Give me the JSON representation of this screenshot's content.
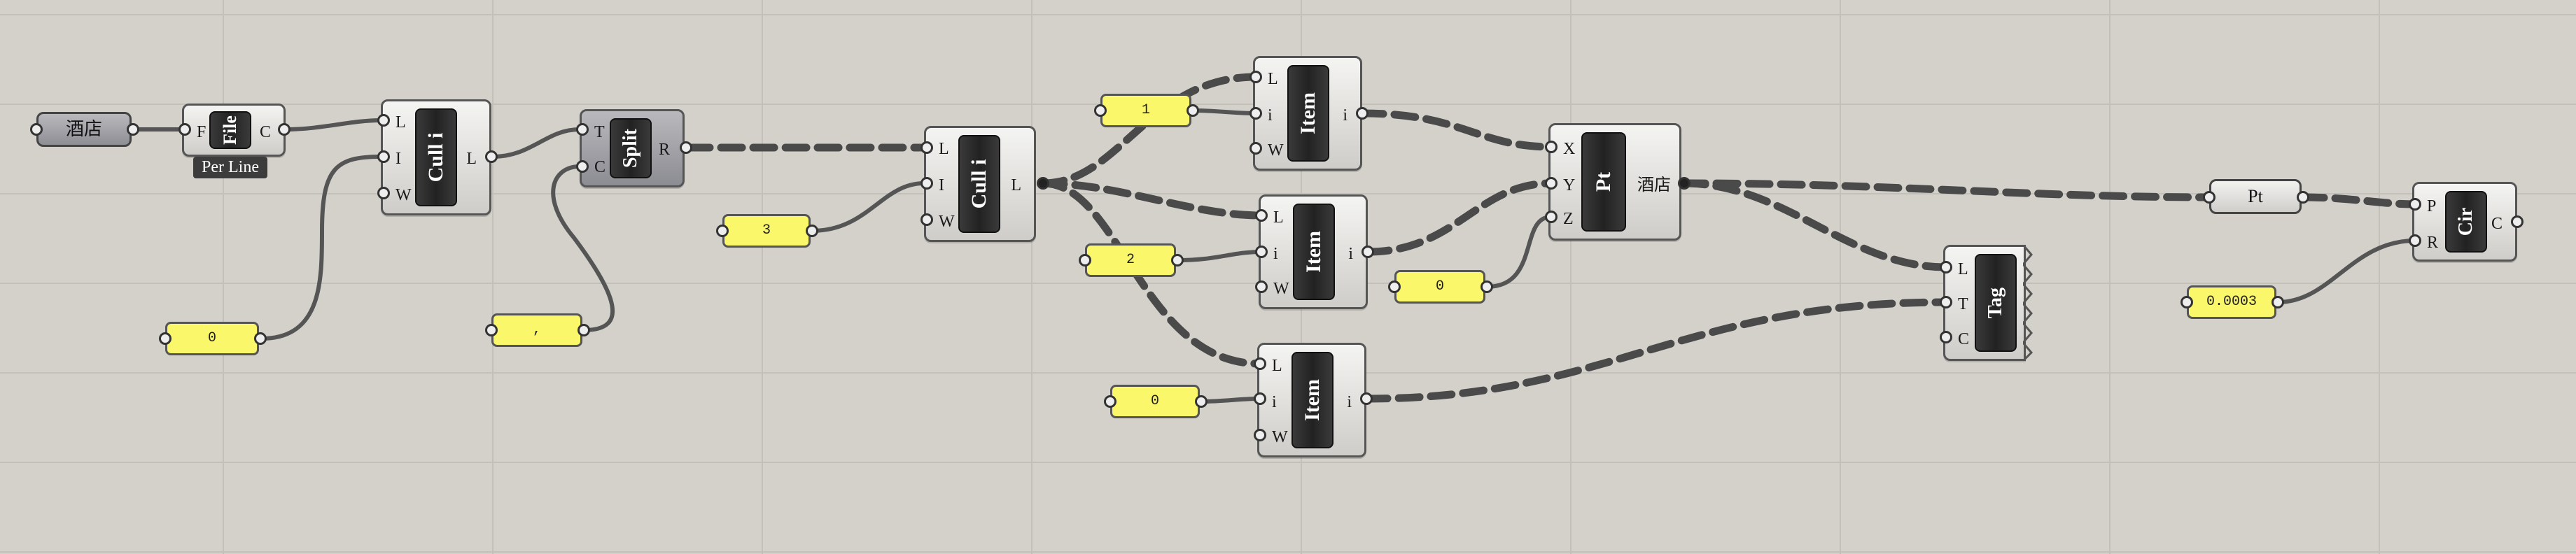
{
  "canvas": {
    "background": "#d4d1cb",
    "grid": true
  },
  "params": {
    "hotel_text": "酒店",
    "pt_param": "Pt"
  },
  "components": {
    "file": {
      "title": "File",
      "inputs": [
        "F"
      ],
      "outputs": [
        "C"
      ],
      "label": "Per Line"
    },
    "cull1": {
      "title": "Cull i",
      "inputs": [
        "L",
        "I",
        "W"
      ],
      "outputs": [
        "L"
      ]
    },
    "split": {
      "title": "Split",
      "inputs": [
        "T",
        "C"
      ],
      "outputs": [
        "R"
      ]
    },
    "cull2": {
      "title": "Cull i",
      "inputs": [
        "L",
        "I",
        "W"
      ],
      "outputs": [
        "L"
      ]
    },
    "item1": {
      "title": "Item",
      "inputs": [
        "L",
        "i",
        "W"
      ],
      "outputs": [
        "i"
      ]
    },
    "item2": {
      "title": "Item",
      "inputs": [
        "L",
        "i",
        "W"
      ],
      "outputs": [
        "i"
      ]
    },
    "item3": {
      "title": "Item",
      "inputs": [
        "L",
        "i",
        "W"
      ],
      "outputs": [
        "i"
      ]
    },
    "pt": {
      "title": "Pt",
      "inputs": [
        "X",
        "Y",
        "Z"
      ],
      "outputs": [
        "酒店"
      ]
    },
    "tag": {
      "title": "Tag",
      "inputs": [
        "L",
        "T",
        "C"
      ]
    },
    "circle": {
      "title": "Cir",
      "inputs": [
        "P",
        "R"
      ],
      "outputs": [
        "C"
      ]
    }
  },
  "panels": {
    "zero_a": "0",
    "comma": ",",
    "three": "3",
    "one": "1",
    "two": "2",
    "zero_b": "0",
    "zero_c": "0",
    "radius": "0.0003"
  }
}
